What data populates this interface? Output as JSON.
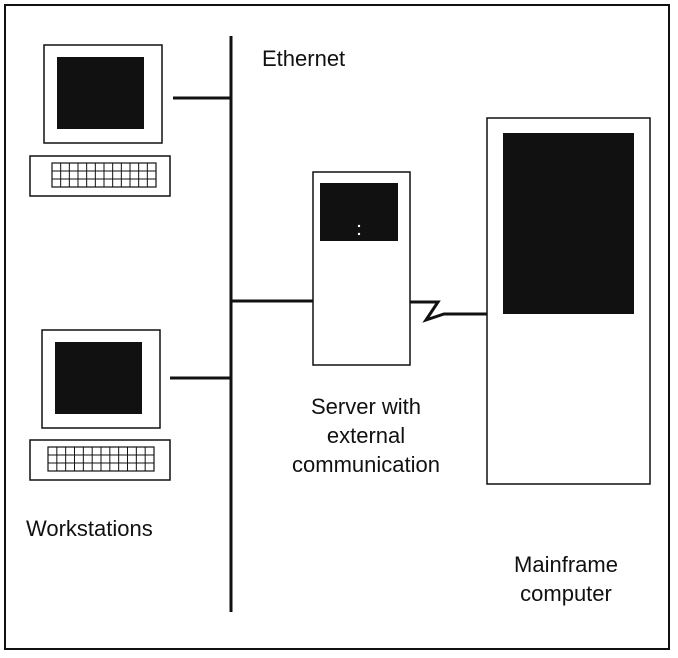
{
  "labels": {
    "ethernet": "Ethernet",
    "workstations": "Workstations",
    "server": [
      "Server with",
      "external",
      "communication"
    ],
    "mainframe": [
      "Mainframe",
      "computer"
    ]
  },
  "colors": {
    "ink": "#111111",
    "background": "#ffffff"
  },
  "icons": {
    "workstation": "workstation-icon",
    "keyboard": "keyboard-icon",
    "server": "server-icon",
    "mainframe": "mainframe-icon"
  }
}
